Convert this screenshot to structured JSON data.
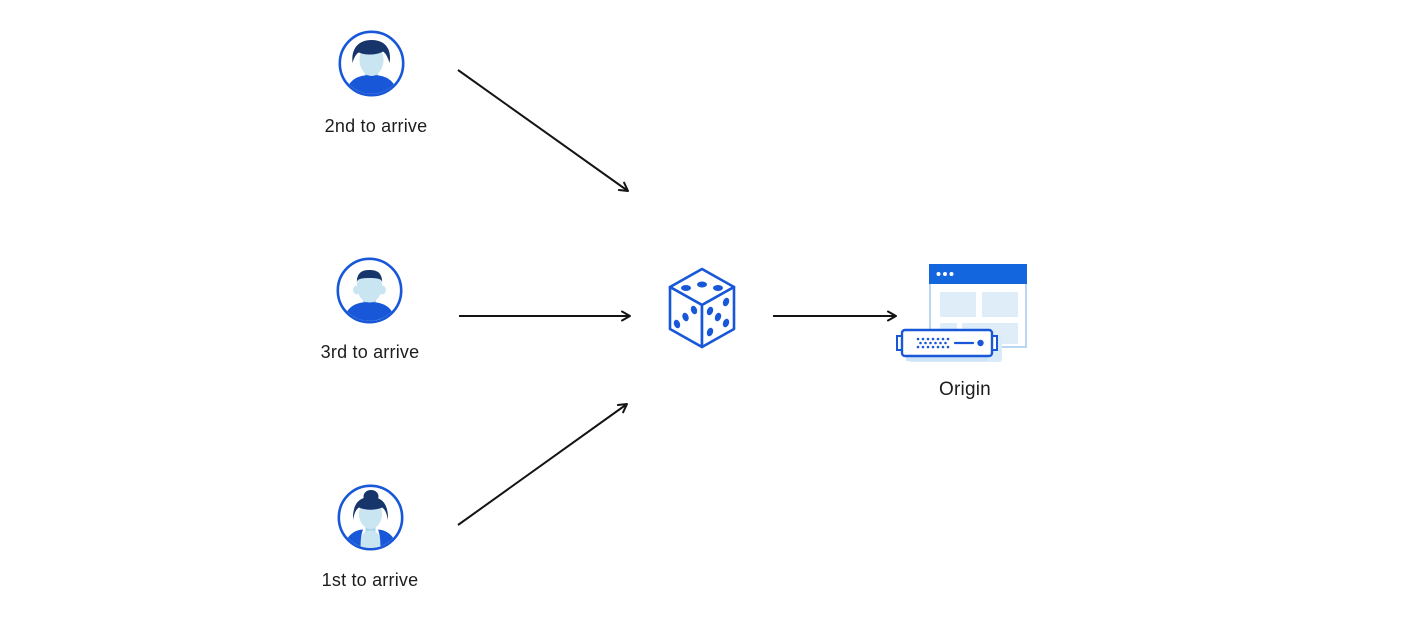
{
  "diagram": {
    "title": "",
    "nodes": [
      {
        "id": "client-top",
        "label": "2nd to arrive",
        "icon": "man-swept-hair-avatar-icon"
      },
      {
        "id": "client-middle",
        "label": "3rd to arrive",
        "icon": "man-flattop-avatar-icon"
      },
      {
        "id": "client-bottom",
        "label": "1st to arrive",
        "icon": "woman-updo-avatar-icon"
      },
      {
        "id": "random-selector",
        "label": "",
        "icon": "dice-icon"
      },
      {
        "id": "origin",
        "label": "Origin",
        "icon": "origin-server-icon"
      }
    ],
    "edges": [
      {
        "from": "client-top",
        "to": "random-selector"
      },
      {
        "from": "client-middle",
        "to": "random-selector"
      },
      {
        "from": "client-bottom",
        "to": "random-selector"
      },
      {
        "from": "random-selector",
        "to": "origin"
      }
    ]
  },
  "colors": {
    "primary_blue": "#1757d8",
    "hair_navy": "#17346b",
    "skin_light_blue": "#c9e5f2",
    "neck_shade": "#a9d3ea",
    "titlebar_blue": "#1466df",
    "panel_light_blue": "#dfedf8",
    "window_border_blue": "#b9d6f2",
    "shadow_light_blue": "#d9eaf9",
    "server_base_blue": "#cfe3f7",
    "arrow_black": "#141414",
    "label_text": "#1d1d1f",
    "background": "#ffffff"
  }
}
